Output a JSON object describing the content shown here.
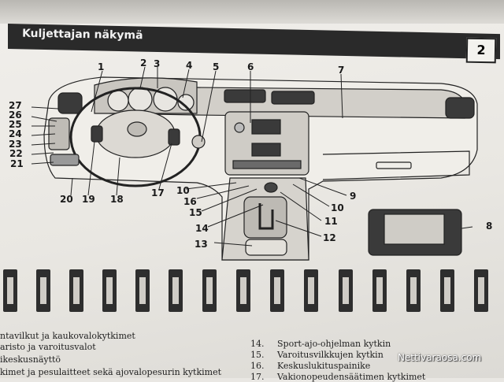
{
  "header": {
    "title": "Kuljettajan näkymä",
    "page_number": "2"
  },
  "callouts": [
    {
      "id": "c1",
      "text": "1"
    },
    {
      "id": "c2",
      "text": "2"
    },
    {
      "id": "c3",
      "text": "3"
    },
    {
      "id": "c4",
      "text": "4"
    },
    {
      "id": "c5",
      "text": "5"
    },
    {
      "id": "c6",
      "text": "6"
    },
    {
      "id": "c7",
      "text": "7"
    },
    {
      "id": "c8",
      "text": "8"
    },
    {
      "id": "c9",
      "text": "9"
    },
    {
      "id": "c10a",
      "text": "10"
    },
    {
      "id": "c10b",
      "text": "10"
    },
    {
      "id": "c11",
      "text": "11"
    },
    {
      "id": "c12",
      "text": "12"
    },
    {
      "id": "c13",
      "text": "13"
    },
    {
      "id": "c14",
      "text": "14"
    },
    {
      "id": "c15",
      "text": "15"
    },
    {
      "id": "c16",
      "text": "16"
    },
    {
      "id": "c17",
      "text": "17"
    },
    {
      "id": "c18",
      "text": "18"
    },
    {
      "id": "c19",
      "text": "19"
    },
    {
      "id": "c20",
      "text": "20"
    },
    {
      "id": "c21",
      "text": "21"
    },
    {
      "id": "c22",
      "text": "22"
    },
    {
      "id": "c23",
      "text": "23"
    },
    {
      "id": "c24",
      "text": "24"
    },
    {
      "id": "c25",
      "text": "25"
    },
    {
      "id": "c26",
      "text": "26"
    },
    {
      "id": "c27",
      "text": "27"
    }
  ],
  "left_list": [
    "ntavilkut ja kaukovalokytkimet",
    "aristo ja varoitusvalot",
    "ikeskusnäyttö",
    "kimet ja pesulaitteet sekä ajovalopesurin kytkimet"
  ],
  "right_list": [
    {
      "num": "14.",
      "text": "Sport-ajo-ohjelman kytkin"
    },
    {
      "num": "15.",
      "text": "Varoitusvilkkujen kytkin"
    },
    {
      "num": "16.",
      "text": "Keskuslukituspainike"
    },
    {
      "num": "17.",
      "text": "Vakionopeudensäätimen kytkimet"
    }
  ],
  "watermark": "Nettivaraosa.com"
}
